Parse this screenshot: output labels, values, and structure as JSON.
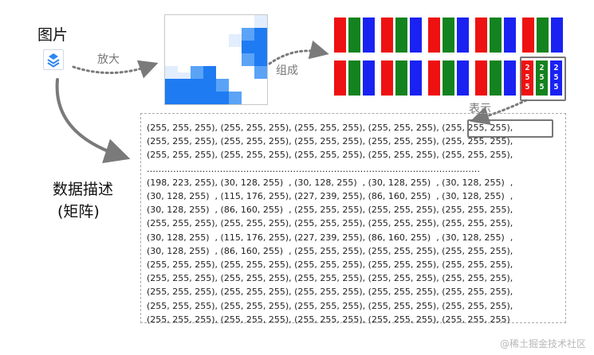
{
  "labels": {
    "image_title": "图片",
    "zoom_label": "放大",
    "compose_label": "组成",
    "represent_label": "表示",
    "data_title_line1": "数据描述",
    "data_title_line2": "(矩阵)"
  },
  "colors": {
    "red": "#ee1111",
    "green": "#13831f",
    "blue": "#1a22f2",
    "pixel_dark": "#1e7bf2",
    "pixel_mid": "#5aa3f7",
    "pixel_light": "#e2edfd",
    "arrow": "#7a7a7a"
  },
  "icons": {
    "image_icon": "layers-chevron-icon"
  },
  "pixel_detail": {
    "r_digits": "2\n5\n5",
    "g_digits": "2\n5\n5",
    "b_digits": "2\n5\n5"
  },
  "matrix": {
    "lines": [
      "(255, 255, 255), (255, 255, 255), (255, 255, 255), (255, 255, 255), (255, 255, 255),",
      "(255, 255, 255), (255, 255, 255), (255, 255, 255), (255, 255, 255), (255, 255, 255),",
      "(255, 255, 255), (255, 255, 255), (255, 255, 255), (255, 255, 255), (255, 255, 255),",
      "……………………………………………………………………………………………………",
      "(198, 223, 255), (30, 128, 255)  , (30, 128, 255)  , (30, 128, 255)  , (30, 128, 255)  ,",
      "(30, 128, 255)  , (115, 176, 255), (227, 239, 255), (86, 160, 255)  , (30, 128, 255)  ,",
      "(30, 128, 255)  , (86, 160, 255)  , (255, 255, 255), (255, 255, 255), (255, 255, 255),",
      "(255, 255, 255), (255, 255, 255), (255, 255, 255), (255, 255, 255), (255, 255, 255),",
      "(30, 128, 255)  , (115, 176, 255), (227, 239, 255), (86, 160, 255)  , (30, 128, 255)  ,",
      "(30, 128, 255)  , (86, 160, 255)  , (255, 255, 255), (255, 255, 255), (255, 255, 255),",
      "(255, 255, 255), (255, 255, 255), (255, 255, 255), (255, 255, 255), (255, 255, 255),",
      "(255, 255, 255), (255, 255, 255), (255, 255, 255), (255, 255, 255), (255, 255, 255),",
      "(255, 255, 255), (255, 255, 255), (255, 255, 255), (255, 255, 255), (255, 255, 255),",
      "(255, 255, 255), (255, 255, 255), (255, 255, 255), (255, 255, 255), (255, 255, 255),"
    ],
    "last_line": "(255, 255, 255), (255, 255, 255), (255, 255, 255), (255, 255, 255), (255, 255, 255)"
  },
  "watermark": "@稀土掘金技术社区"
}
